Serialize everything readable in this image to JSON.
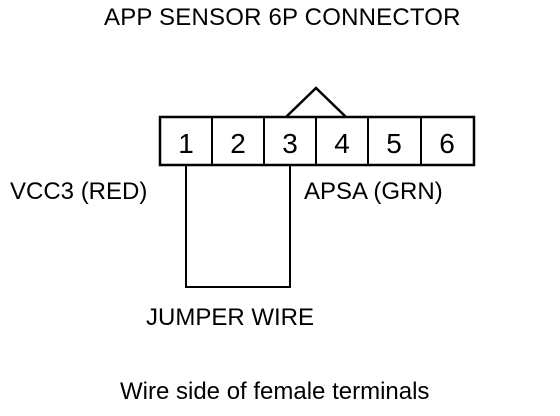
{
  "title": "APP SENSOR 6P CONNECTOR",
  "connector": {
    "pins": [
      "1",
      "2",
      "3",
      "4",
      "5",
      "6"
    ]
  },
  "labels": {
    "vcc": "VCC3 (RED)",
    "apsa": "APSA (GRN)",
    "jumper": "JUMPER WIRE"
  },
  "footer": "Wire side of female terminals",
  "colors": {
    "line": "#000000",
    "background": "#ffffff"
  }
}
